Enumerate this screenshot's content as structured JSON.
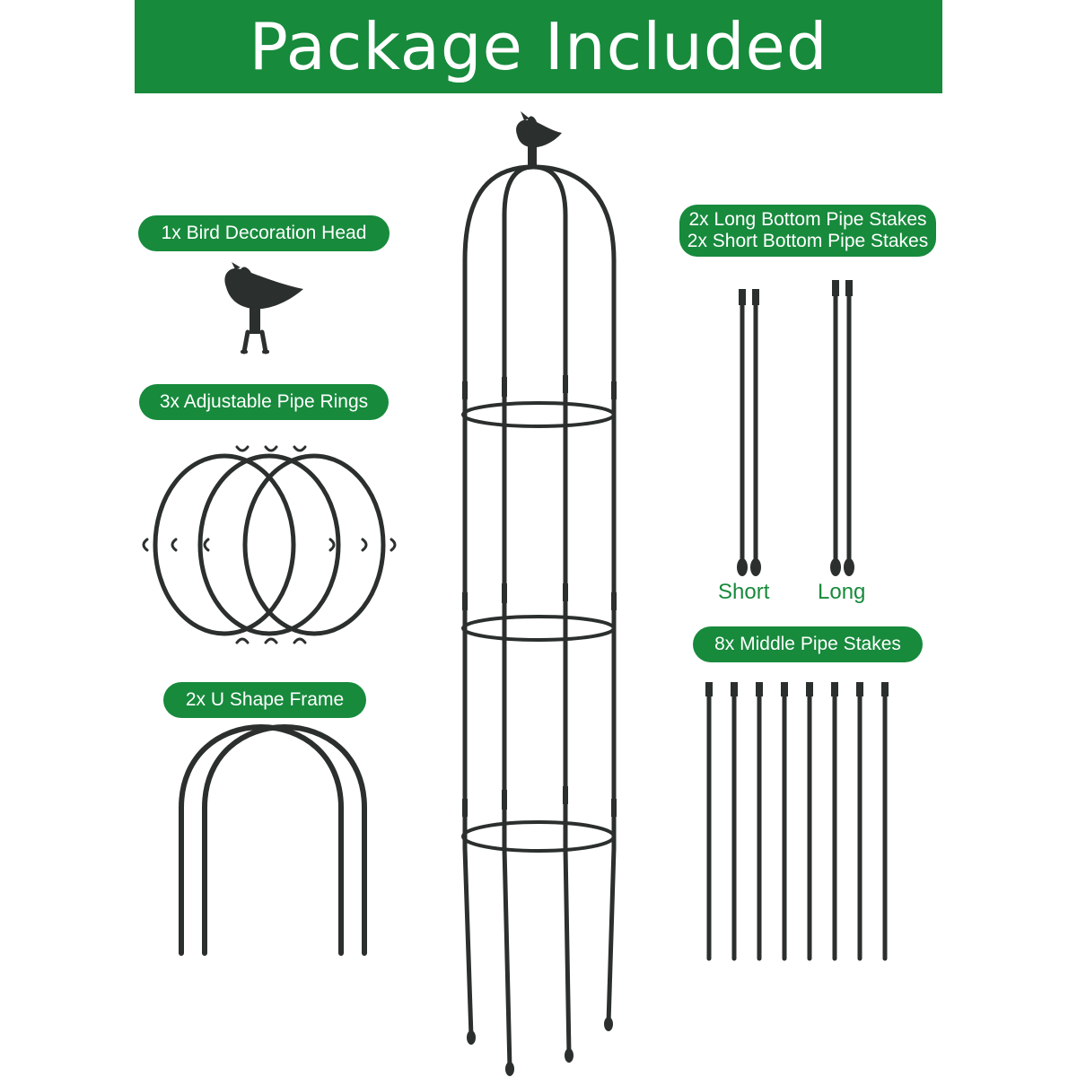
{
  "banner": {
    "title": "Package Included",
    "color": "#178a3c"
  },
  "labels": {
    "bird_head": "1x Bird Decoration Head",
    "pipe_rings": "3x Adjustable Pipe Rings",
    "u_frame": "2x U Shape Frame",
    "bottom_stakes_line1": "2x Long Bottom Pipe Stakes",
    "bottom_stakes_line2": "2x Short Bottom Pipe Stakes",
    "middle_stakes": "8x Middle Pipe Stakes"
  },
  "captions": {
    "short": "Short",
    "long": "Long"
  },
  "colors": {
    "part": "#2b2f2e",
    "accent": "#178a3c",
    "background": "#ffffff"
  },
  "icons": [
    "bird-decoration-icon",
    "pipe-rings-icon",
    "u-shape-frame-icon",
    "obelisk-trellis-icon",
    "bottom-stakes-icon",
    "middle-stakes-icon"
  ]
}
